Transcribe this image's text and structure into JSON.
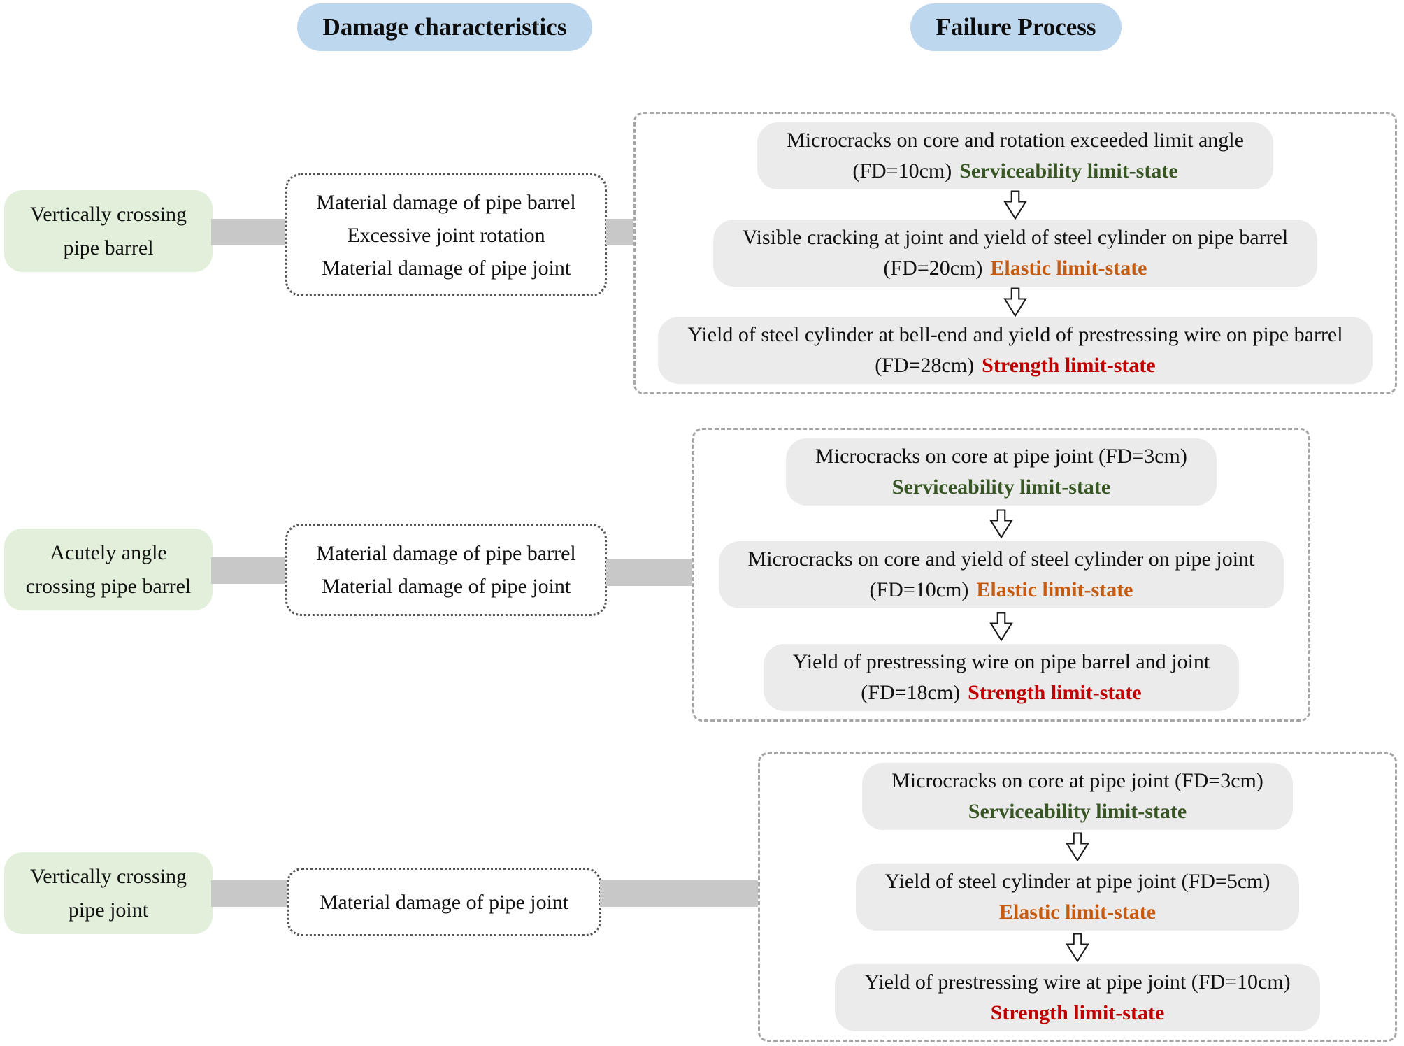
{
  "headers": {
    "damage": "Damage characteristics",
    "failure": "Failure Process"
  },
  "colors": {
    "header_bg": "#bdd7ee",
    "source_bg": "#e2efda",
    "pill_bg": "#ebebeb",
    "connector": "#c8c8c8",
    "dotted_border": "#545454",
    "dashed_border": "#a6a6a6",
    "serviceability": "#375623",
    "elastic": "#c55a11",
    "strength": "#c00000"
  },
  "rows": [
    {
      "source_lines": [
        "Vertically crossing",
        "pipe barrel"
      ],
      "damage_lines": [
        "Material damage of pipe barrel",
        "Excessive joint rotation",
        "Material damage of pipe joint"
      ],
      "steps": [
        {
          "line1": "Microcracks on core and rotation exceeded limit angle",
          "prefix": "(FD=10cm)",
          "state": "Serviceability limit-state"
        },
        {
          "line1": "Visible cracking at joint and yield of steel cylinder on pipe barrel",
          "prefix": "(FD=20cm)",
          "state": "Elastic limit-state"
        },
        {
          "line1": "Yield of steel cylinder at bell-end and yield of prestressing wire on pipe barrel",
          "prefix": "(FD=28cm)",
          "state": "Strength limit-state"
        }
      ]
    },
    {
      "source_lines": [
        "Acutely angle",
        "crossing pipe barrel"
      ],
      "damage_lines": [
        "Material damage of pipe barrel",
        "Material damage of pipe joint"
      ],
      "steps": [
        {
          "line1": "Microcracks on core at pipe joint (FD=3cm)",
          "prefix": "",
          "state": "Serviceability limit-state"
        },
        {
          "line1": "Microcracks on core and yield of steel cylinder on pipe joint",
          "prefix": "(FD=10cm)",
          "state": "Elastic limit-state"
        },
        {
          "line1": "Yield of prestressing wire on pipe barrel and joint",
          "prefix": "(FD=18cm)",
          "state": "Strength limit-state"
        }
      ]
    },
    {
      "source_lines": [
        "Vertically crossing",
        "pipe joint"
      ],
      "damage_lines": [
        "Material damage of pipe joint"
      ],
      "steps": [
        {
          "line1": "Microcracks on core at pipe joint (FD=3cm)",
          "prefix": "",
          "state": "Serviceability limit-state"
        },
        {
          "line1": "Yield of steel cylinder at pipe joint (FD=5cm)",
          "prefix": "",
          "state": "Elastic limit-state"
        },
        {
          "line1": "Yield of prestressing wire at pipe joint (FD=10cm)",
          "prefix": "",
          "state": "Strength limit-state"
        }
      ]
    }
  ]
}
